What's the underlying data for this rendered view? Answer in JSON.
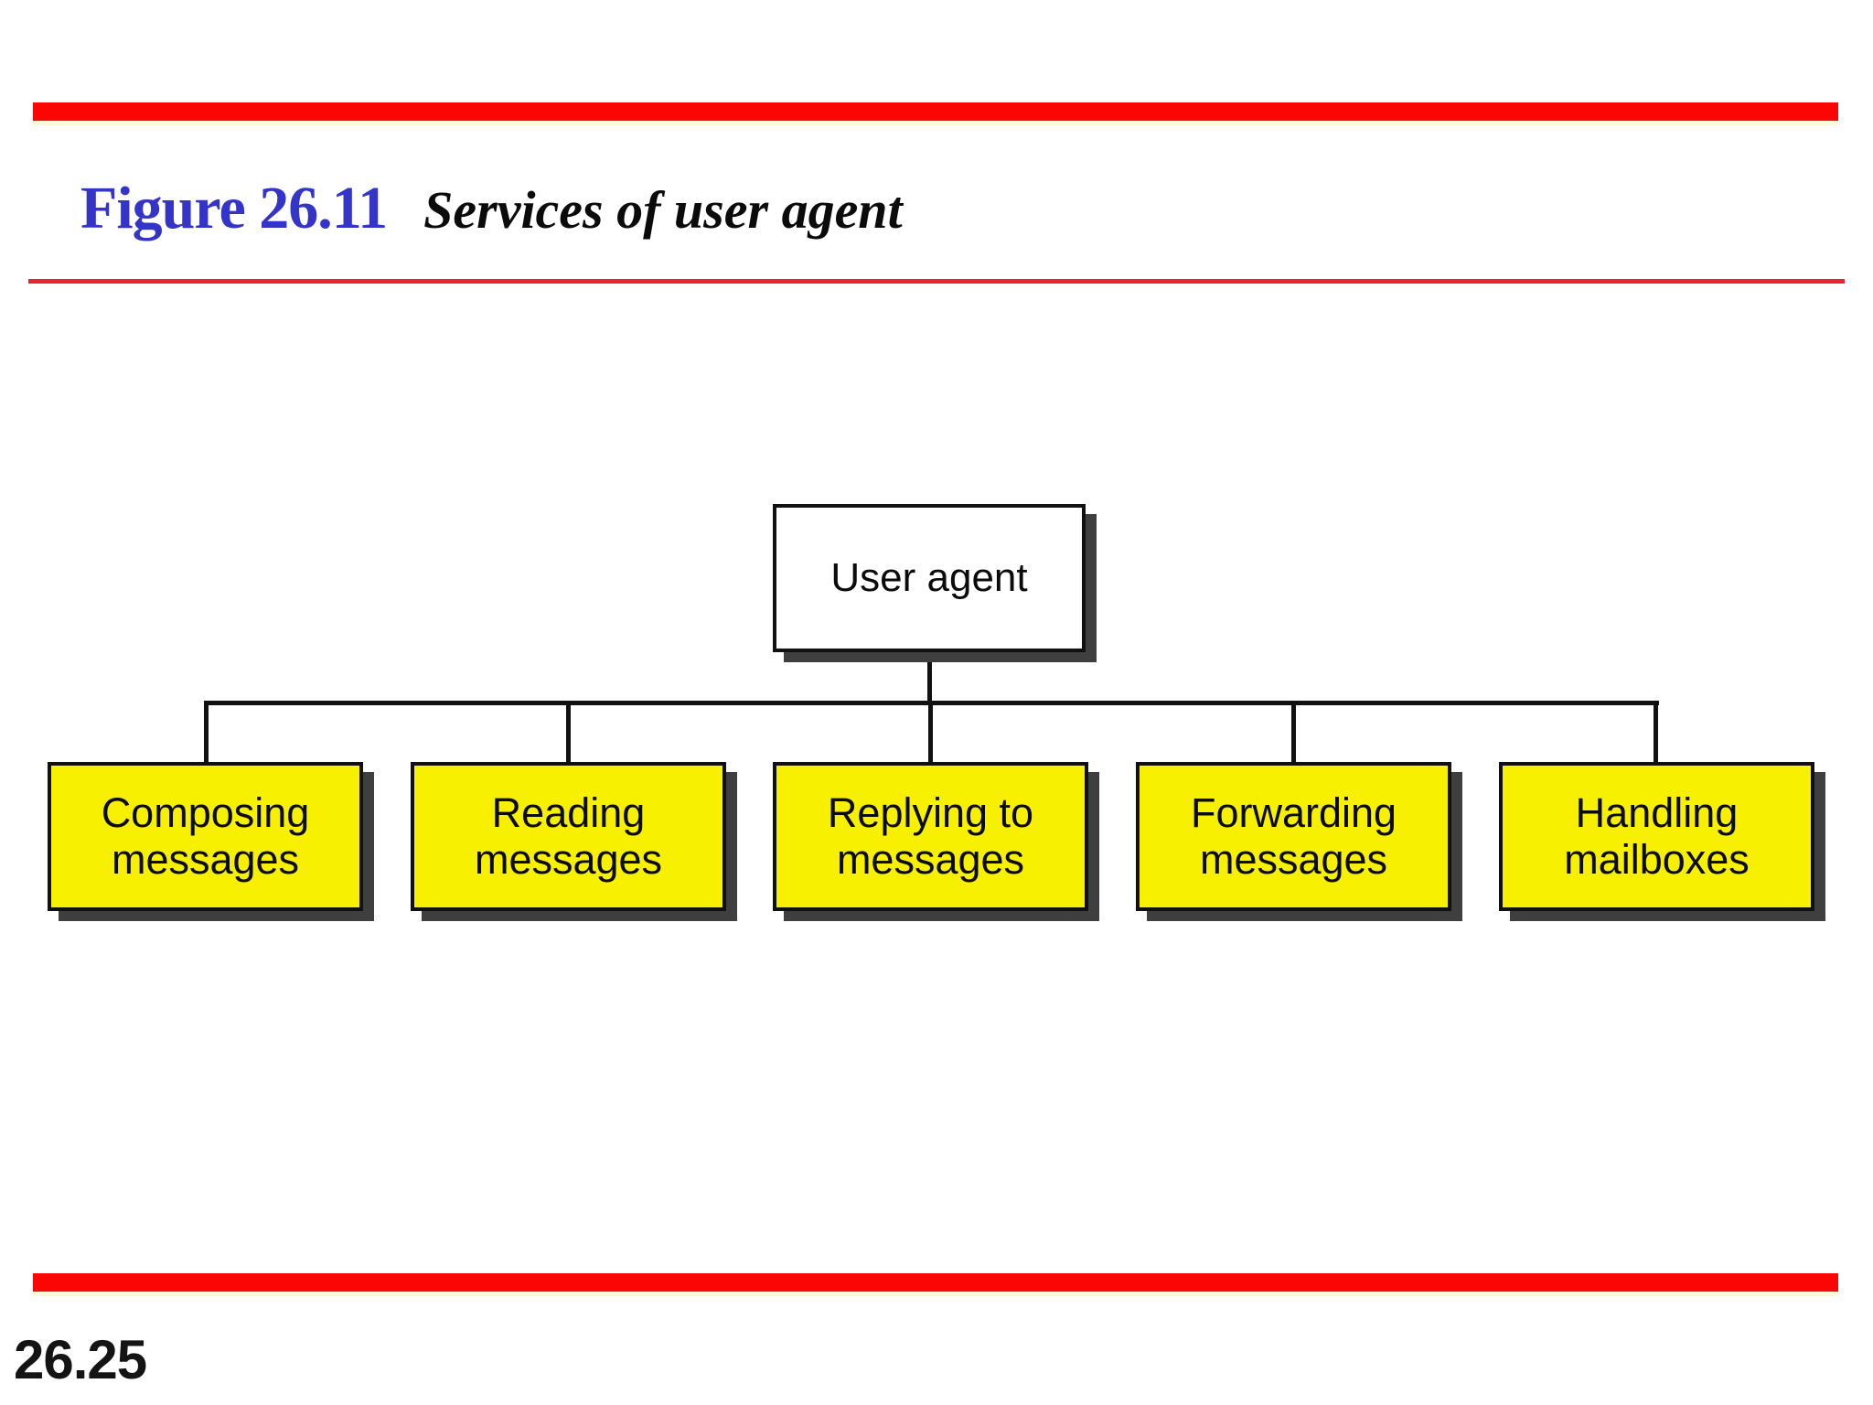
{
  "slide": {
    "figure_label": "Figure 26.11",
    "figure_caption": "Services of user agent",
    "page_number": "26.25"
  },
  "diagram": {
    "root_label": "User agent",
    "services": [
      {
        "label": "Composing\nmessages"
      },
      {
        "label": "Reading\nmessages"
      },
      {
        "label": "Replying to\nmessages"
      },
      {
        "label": "Forwarding\nmessages"
      },
      {
        "label": "Handling\nmailboxes"
      }
    ]
  },
  "colors": {
    "bar_red": "#fb0505",
    "rule_red": "#e8232b",
    "title_blue": "#3434c8",
    "box_yellow": "#f7f000",
    "shadow_gray": "#3f3f3f",
    "line_black": "#111111"
  }
}
